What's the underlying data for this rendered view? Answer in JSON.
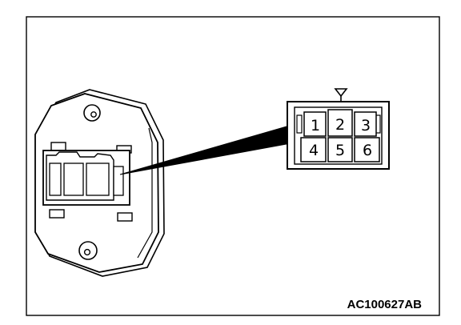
{
  "figure": {
    "code": "AC100627AB"
  },
  "connector": {
    "pins_top": [
      "1",
      "2",
      "3"
    ],
    "pins_bottom": [
      "4",
      "5",
      "6"
    ]
  },
  "colors": {
    "line": "#000000",
    "background": "#ffffff"
  }
}
